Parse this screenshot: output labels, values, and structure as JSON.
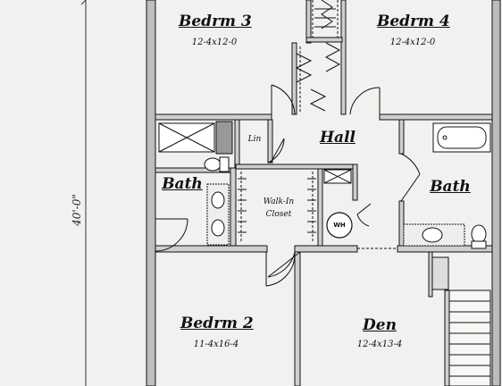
{
  "rooms": {
    "bedrm3": {
      "name": "Bedrm 3",
      "size": "12-4x12-0"
    },
    "bedrm4": {
      "name": "Bedrm 4",
      "size": "12-4x12-0"
    },
    "hall": {
      "name": "Hall"
    },
    "linen": {
      "name": "Lin"
    },
    "bath_left": {
      "name": "Bath"
    },
    "bath_right": {
      "name": "Bath"
    },
    "walkin": {
      "name": "Walk-In",
      "name2": "Closet"
    },
    "water_heater": {
      "name": "WH"
    },
    "bedrm2": {
      "name": "Bedrm 2",
      "size": "11-4x16-4"
    },
    "den": {
      "name": "Den",
      "size": "12-4x13-4"
    }
  },
  "overall_dimension": "40'-0\""
}
